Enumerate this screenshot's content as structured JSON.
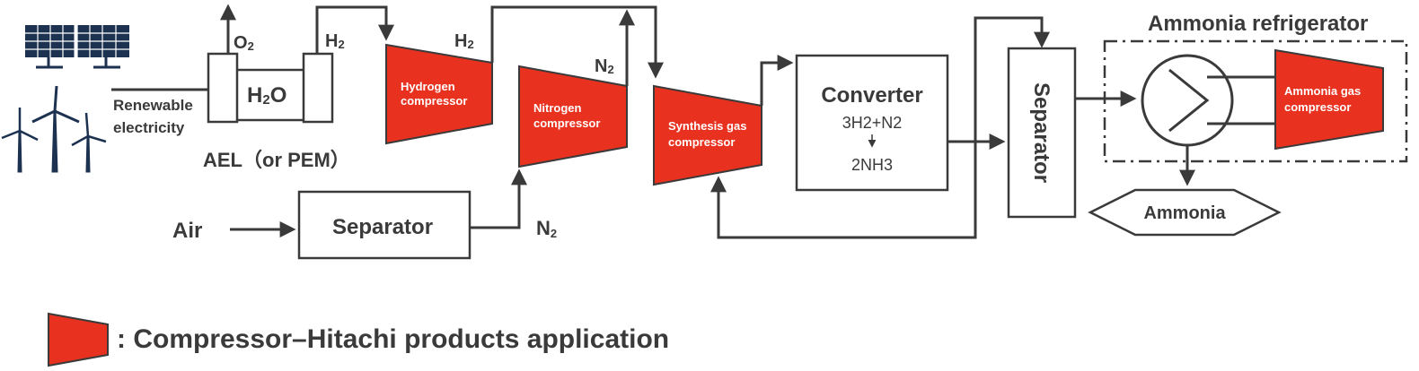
{
  "diagram": {
    "colors": {
      "compressor": "#e8321f",
      "line": "#3a3a3a"
    },
    "source": {
      "label_line1": "Renewable",
      "label_line2": "electricity",
      "icons": [
        "solar-panel-icon",
        "wind-turbine-icon"
      ]
    },
    "electrolyzer": {
      "o2": "O",
      "o2_sub": "2",
      "h2": "H",
      "h2_sub": "2",
      "water": "H",
      "water_sub": "2",
      "water_tail": "O",
      "caption": "AEL（or PEM）"
    },
    "hydrogen_compressor": {
      "line1": "Hydrogen",
      "line2": "compressor",
      "h2_label": "H",
      "h2_sub": "2"
    },
    "nitrogen_compressor": {
      "line1": "Nitrogen",
      "line2": "compressor",
      "n2_label": "N",
      "n2_sub": "2"
    },
    "air": {
      "label": "Air"
    },
    "air_separator": {
      "label": "Separator",
      "n2_label": "N",
      "n2_sub": "2"
    },
    "synthesis_compressor": {
      "line1": "Synthesis gas",
      "line2": "compressor"
    },
    "converter": {
      "title": "Converter",
      "reactants": "3H2+N2",
      "products": "2NH3"
    },
    "separator": {
      "label": "Separator"
    },
    "refrigerator": {
      "title": "Ammonia refrigerator"
    },
    "ammonia_compressor": {
      "line1": "Ammonia gas",
      "line2": "compressor"
    },
    "ammonia_output": {
      "label": "Ammonia"
    },
    "legend": {
      "text": ": Compressor–Hitachi products application"
    }
  }
}
